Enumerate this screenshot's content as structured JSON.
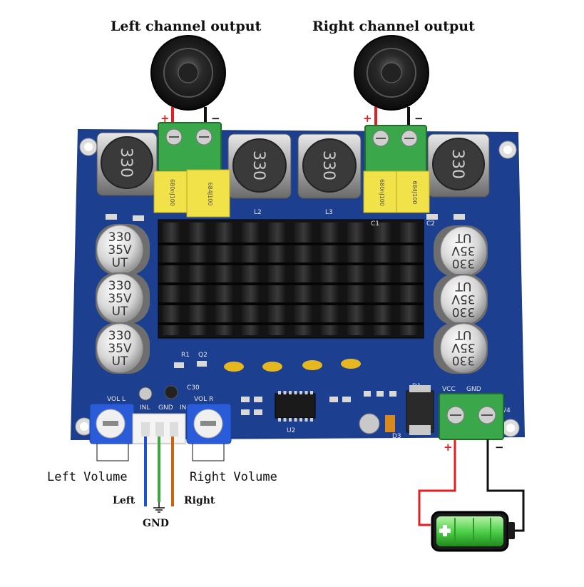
{
  "labels": {
    "left_output": "Left channel output",
    "right_output": "Right channel output",
    "left_volume": "Left Volume",
    "right_volume": "Right Volume",
    "wire_left": "Left",
    "wire_gnd": "GND",
    "wire_right": "Right"
  },
  "polarity": {
    "plus": "+",
    "minus": "−"
  },
  "board": {
    "inductor_code": "330",
    "film_cap_a": "680nJ100",
    "film_cap_b": "684J100",
    "cap_line1": "330",
    "cap_line2": "35V",
    "cap_line3": "UT",
    "silk": {
      "vol_l": "VOL L",
      "vol_r": "VOL R",
      "inl": "INL",
      "gnd": "GND",
      "inr": "INR",
      "vcc": "VCC",
      "gnd2": "GND",
      "v4": "V4",
      "d1": "D1",
      "c30": "C30",
      "u2": "U2",
      "d3": "D3",
      "l2": "L2",
      "l3": "L3",
      "c1": "C1",
      "c2": "C2",
      "r1": "R1",
      "q2": "Q2"
    }
  },
  "colors": {
    "pcb": "#1d3f8f",
    "wire_red": "#e02020",
    "wire_black": "#111111",
    "wire_blue": "#1f4fd8",
    "wire_green": "#3aa83a",
    "wire_orange": "#c86414",
    "terminal_green": "#3aa84a",
    "film_cap_yellow": "#f2e24a",
    "battery_green": "#4fd14a"
  }
}
